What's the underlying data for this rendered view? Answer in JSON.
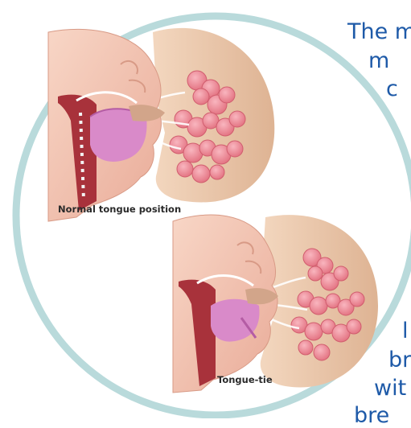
{
  "figure": {
    "captions": {
      "normal": "Normal tongue position",
      "tie": "Tongue-tie"
    },
    "side_text": {
      "line1": "The m",
      "line2": "m",
      "line3": "c",
      "line4": "l",
      "line5": "br",
      "line6": "wit",
      "line7": "bre"
    },
    "colors": {
      "ring": "#b9dadb",
      "text": "#1e5aa8",
      "skin": "#f4c9b6",
      "breast": "#e9c3a6",
      "gland": "#ef8a98",
      "tongue": "#d98ac9",
      "airway": "#a8323b"
    }
  }
}
